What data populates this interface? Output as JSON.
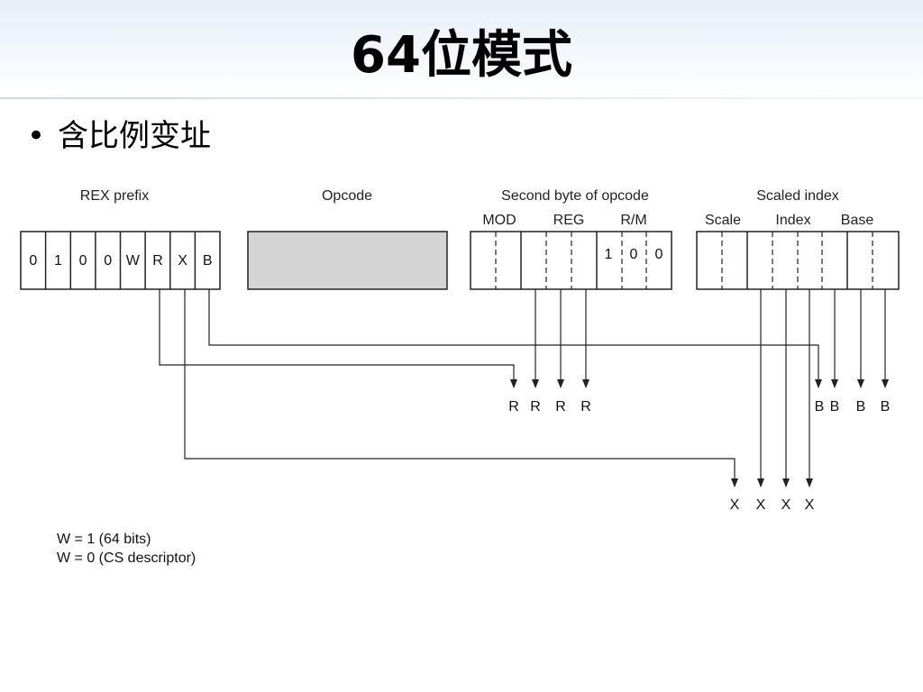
{
  "slide": {
    "title": "64位模式",
    "bullet": "含比例变址"
  },
  "diagram": {
    "fields": {
      "rex": "REX prefix",
      "opcode": "Opcode",
      "second": "Second byte of opcode",
      "sib": "Scaled index"
    },
    "subfields": {
      "mod": "MOD",
      "reg": "REG",
      "rm": "R/M",
      "scale": "Scale",
      "index": "Index",
      "base": "Base"
    },
    "rex_bits": [
      "0",
      "1",
      "0",
      "0",
      "W",
      "R",
      "X",
      "B"
    ],
    "rm_bits": [
      "1",
      "0",
      "0"
    ],
    "outputs": {
      "r": [
        "R",
        "R",
        "R",
        "R"
      ],
      "b": [
        "B",
        "B",
        "B",
        "B"
      ],
      "x": [
        "X",
        "X",
        "X",
        "X"
      ]
    },
    "notes": [
      "W = 1 (64 bits)",
      "W = 0 (CS descriptor)"
    ]
  },
  "colors": {
    "opcode_fill": "#d4d4d4",
    "line": "#222222"
  }
}
